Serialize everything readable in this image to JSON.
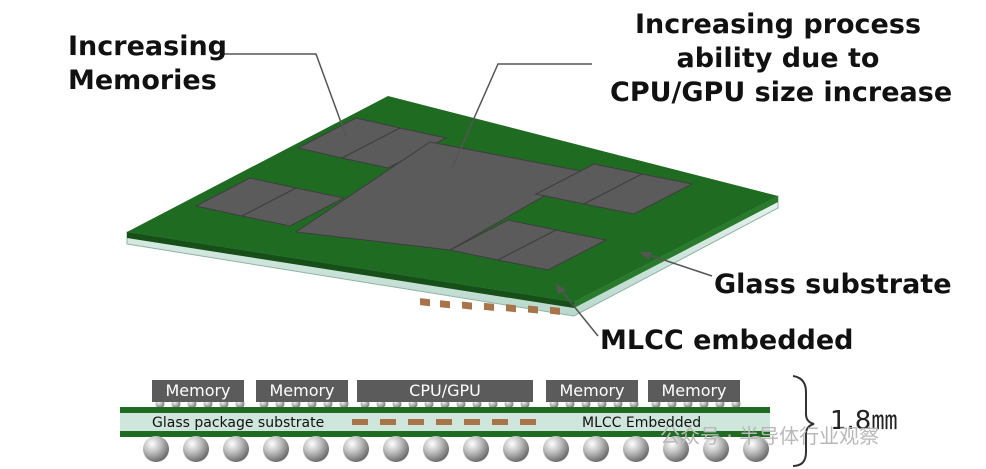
{
  "callouts": {
    "memories": [
      "Increasing",
      "Memories"
    ],
    "process": [
      "Increasing process",
      "ability due to",
      "CPU/GPU size increase"
    ],
    "glass": "Glass substrate",
    "mlcc": "MLCC embedded"
  },
  "cross_section": {
    "chips": [
      "Memory",
      "Memory",
      "CPU/GPU",
      "Memory",
      "Memory"
    ],
    "substrate_label": "Glass package substrate",
    "mlcc_label": "MLCC Embedded",
    "thickness": "1.8㎜"
  },
  "watermark": "公众号 · 半导体行业观察",
  "colors": {
    "board_green": "#1f6b22",
    "chip_gray": "#5b5b5b",
    "glass": "#cfe6dc",
    "mlcc": "#a8754a"
  }
}
